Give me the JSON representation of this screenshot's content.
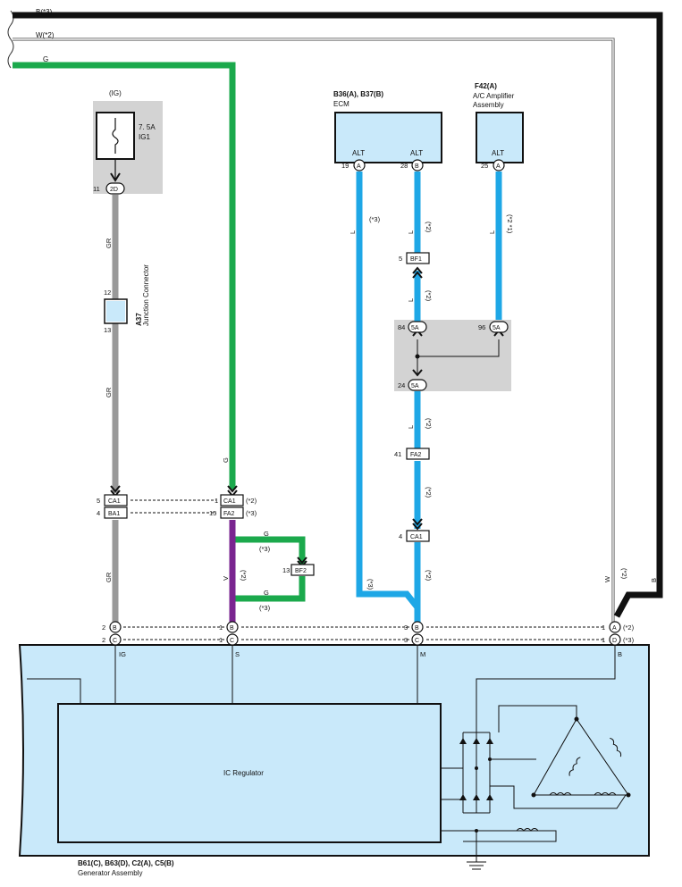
{
  "top_wires": {
    "b": "B(*3)",
    "w": "W(*2)",
    "g": "G"
  },
  "fuse": {
    "ig": "(IG)",
    "rating": "7. 5A",
    "name": "IG1",
    "conn": "2D",
    "pin": "11"
  },
  "jc": {
    "id": "A37",
    "name": "Junction Connector",
    "pin_top": "12",
    "pin_bot": "13"
  },
  "ecm": {
    "id": "B36(A), B37(B)",
    "name": "ECM",
    "alt1": "ALT",
    "alt2": "ALT",
    "c1": "A",
    "c2": "B",
    "p1": "19",
    "p2": "28"
  },
  "ac": {
    "id": "F42(A)",
    "name1": "A/C Amplifier",
    "name2": "Assembly",
    "alt": "ALT",
    "c": "A",
    "p": "25"
  },
  "wire_labels": {
    "gr1": "GR",
    "gr2": "GR",
    "gr3": "GR",
    "g_mid": "G",
    "l1": "L",
    "l2": "L",
    "l3": "L",
    "l4": "L",
    "l5": "L",
    "v": "V",
    "w": "W",
    "b": "B",
    "g1": "G",
    "g2": "G"
  },
  "notes": {
    "n3": "(*3)",
    "n2": "(*2)",
    "n21": "(*2 *1)",
    "n2b": "(*2)",
    "n2c": "(*2)",
    "n2d": "(*2)",
    "n2e": "(*2)",
    "n2f": "(*2)",
    "n2g": "(*2)",
    "n3b": "(*3)",
    "n3c": "(*3)",
    "n3d": "(*3)",
    "n2v": "(*2)",
    "n2w": "(*2)"
  },
  "conns": {
    "bf1": "BF1",
    "bf1p": "5",
    "j84": "84",
    "j96": "96",
    "j24": "24",
    "sa": "5A",
    "fa2": "FA2",
    "fa2p": "41",
    "ca1": "CA1",
    "ca1p": "4",
    "ca1a": "CA1",
    "ba1": "BA1",
    "ca1b": "CA1",
    "fa2b": "FA2",
    "p5": "5",
    "p4": "4",
    "p1": "1",
    "p15": "15",
    "note_ca1": "(*2)",
    "note_fa2": "(*3)",
    "bf2": "BF2",
    "bf2p": "13"
  },
  "gen_pins": {
    "b2": "2",
    "c2": "2",
    "bb1": "1",
    "cc1": "1",
    "mb3": "3",
    "mc3": "3",
    "a1": "1",
    "d1": "1",
    "B": "B",
    "C": "C",
    "A": "A",
    "D": "D",
    "na": "(*2)",
    "nd": "(*3)"
  },
  "gen_terms": {
    "ig": "IG",
    "s": "S",
    "m": "M",
    "b": "B"
  },
  "regulator": "IC Regulator",
  "generator": {
    "id": "B61(C), B63(D), C2(A), C5(B)",
    "name": "Generator Assembly"
  },
  "colors": {
    "green": "#1ba94c",
    "blue": "#1ea7e6",
    "gray": "#999999",
    "purple": "#7a2590",
    "black": "#111111",
    "panel": "#c9e9fa",
    "shade": "#d3d3d3"
  }
}
